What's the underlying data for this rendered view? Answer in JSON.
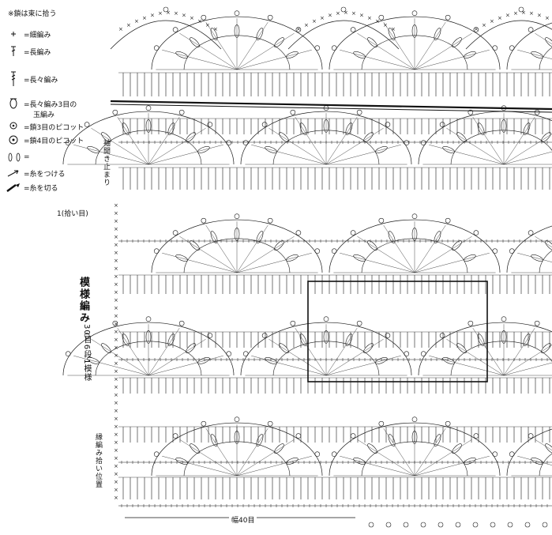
{
  "legend": {
    "note": "※鎖は束に拾う",
    "items": [
      {
        "symbol": "sc",
        "text": "=細編み"
      },
      {
        "symbol": "dc",
        "text": "=長編み"
      },
      {
        "symbol": "tr",
        "text": "=長々編み"
      },
      {
        "symbol": "tr3",
        "text": "=長々編み3目の",
        "text2": "玉編み"
      },
      {
        "symbol": "picot3",
        "text": "=鎖3目のピコット"
      },
      {
        "symbol": "picot4",
        "text": "=鎖4目のピコット"
      },
      {
        "symbol": "eq",
        "text": "="
      },
      {
        "symbol": "join",
        "text": "=糸をつける"
      },
      {
        "symbol": "cut",
        "text": "=糸を切る"
      }
    ]
  },
  "labels": {
    "sleeve_stop": "袖開き止まり",
    "pickup": "1(拾い目)",
    "pattern_title": "模様編み",
    "pattern_repeat": "30目6段1模様",
    "edge_pickup": "縁編み拾い位置",
    "width": "幅40目"
  },
  "colors": {
    "ink": "#1a1a1a",
    "paper": "#ffffff"
  }
}
